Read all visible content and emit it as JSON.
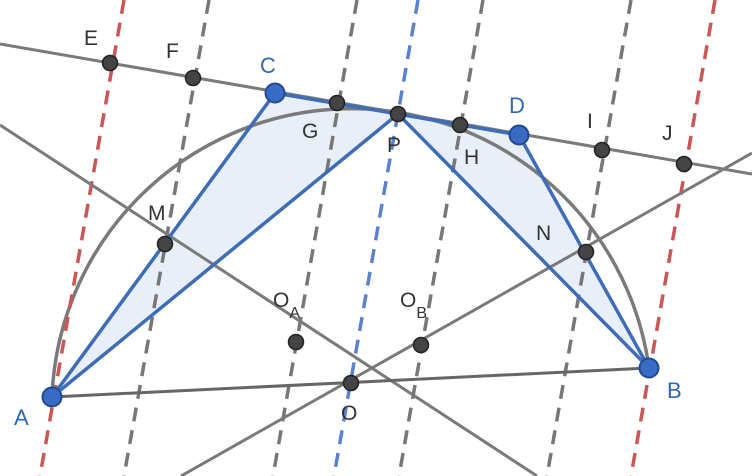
{
  "colors": {
    "background": "#ffffff",
    "gray_line": "#7a7a7a",
    "dark_line": "#666666",
    "blue": "#3d6cb8",
    "blue_fill": "#e8eff9",
    "red_dash": "#cc5555",
    "gray_dash": "#777777",
    "blue_dash": "#5b82cf",
    "point_gray": "#444444",
    "point_blue": "#3a6bc4",
    "label_text": "#333333",
    "label_blue": "#2f67b8"
  },
  "labels": {
    "A": "A",
    "B": "B",
    "C": "C",
    "D": "D",
    "E": "E",
    "F": "F",
    "G": "G",
    "H": "H",
    "I": "I",
    "J": "J",
    "M": "M",
    "N": "N",
    "P": "P",
    "O": "O",
    "OA_main": "O",
    "OA_sub": "A",
    "OB_main": "O",
    "OB_sub": "B"
  }
}
